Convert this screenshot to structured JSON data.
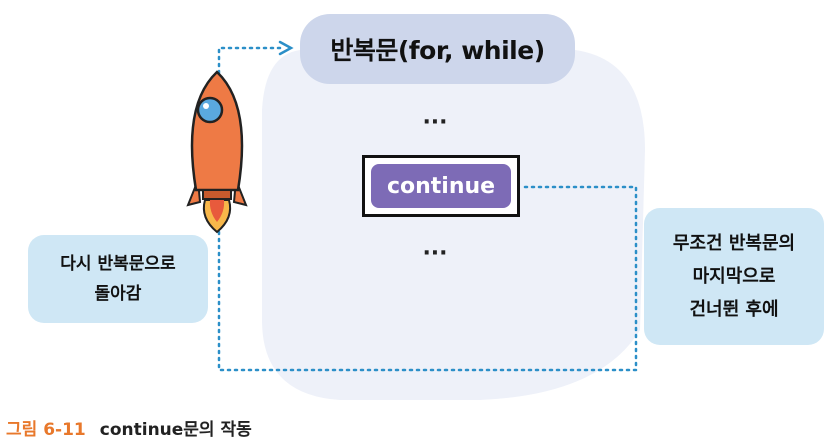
{
  "loop_box": {
    "label": "반복문(for, while)"
  },
  "ellipsis": {
    "top": "···",
    "bottom": "···"
  },
  "continue_statement": {
    "label": "continue"
  },
  "left_note": {
    "text": "다시 반복문으로\n돌아감"
  },
  "right_note": {
    "text": "무조건 반복문의\n마지막으로\n건너뛴 후에"
  },
  "caption": {
    "figure_number": "그림 6-11",
    "title": "continue문의 작동"
  },
  "colors": {
    "loop_header": "#cdd6eb",
    "loop_body": "#eef1f9",
    "continue_fill": "#7d6bb6",
    "note_fill": "#cfe7f5",
    "flow_arrow": "#2b8fc8",
    "caption_number": "#e8782b",
    "rocket_body": "#ee7a45",
    "rocket_window": "#5aa9df"
  }
}
